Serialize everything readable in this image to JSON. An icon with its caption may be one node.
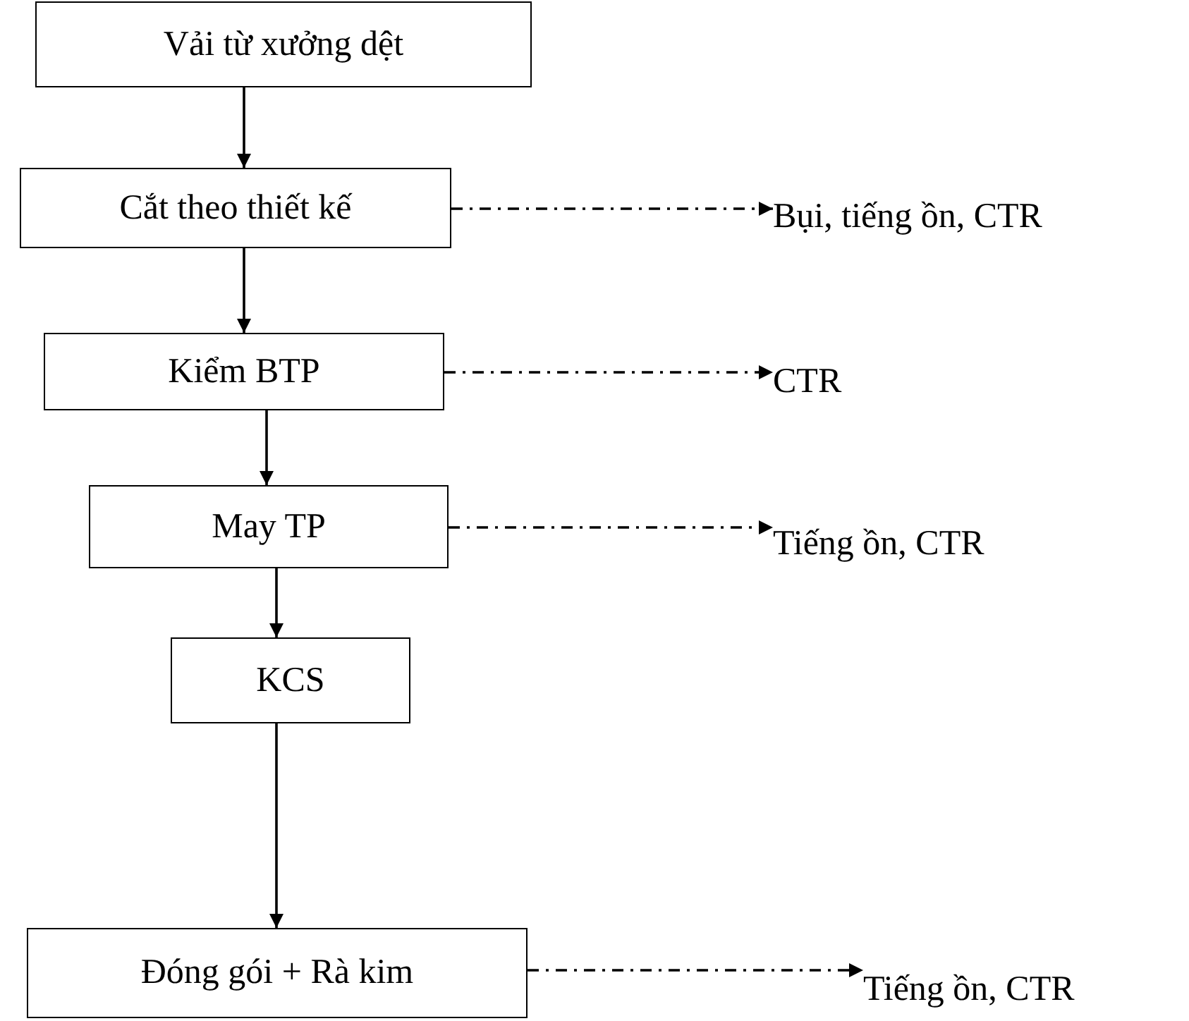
{
  "diagram": {
    "nodes": [
      {
        "text": [
          "Vải từ xưởng dệt"
        ]
      },
      {
        "text": [
          "Cắt theo thiết kế"
        ]
      },
      {
        "text": [
          "Kiểm BTP"
        ]
      },
      {
        "text": [
          "May TP"
        ]
      },
      {
        "text": [
          "KCS"
        ]
      },
      {
        "text": [
          "Đóng gói + Rà kim"
        ]
      },
      {
        "text": [
          "Bụi, tiếng ồn, CTR"
        ]
      },
      {
        "text": [
          "CTR"
        ]
      },
      {
        "text": [
          "Tiếng ồn, CTR"
        ]
      },
      {
        "text": [
          "Tiếng ồn, CTR"
        ]
      }
    ],
    "edges": [
      {
        "from": 0,
        "to": 1,
        "arrow": "to"
      },
      {
        "from": 1,
        "to": 2,
        "arrow": "to"
      },
      {
        "from": 2,
        "to": 3,
        "arrow": "to"
      },
      {
        "from": 3,
        "to": 4,
        "arrow": "to"
      },
      {
        "from": 4,
        "to": 5,
        "arrow": "to"
      },
      {
        "from": 1,
        "to": 6,
        "arrow": "to",
        "style": "dashed"
      },
      {
        "from": 2,
        "to": 7,
        "arrow": "to",
        "style": "dashed"
      },
      {
        "from": 3,
        "to": 8,
        "arrow": "to",
        "style": "dashed"
      },
      {
        "from": 5,
        "to": 9,
        "arrow": "to",
        "style": "dashed"
      }
    ]
  }
}
